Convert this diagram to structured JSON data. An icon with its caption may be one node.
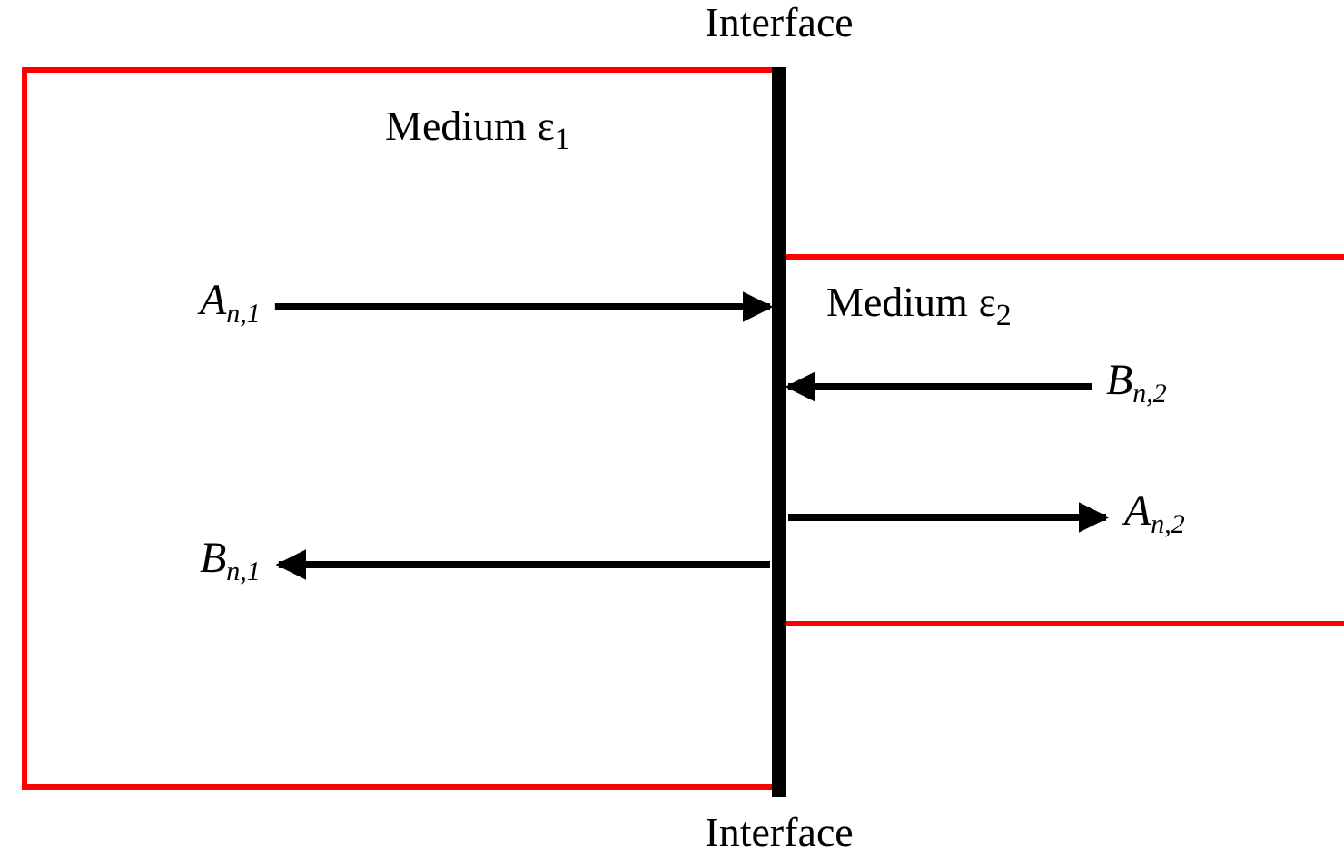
{
  "diagram": {
    "nodes": [
      {
        "text": [
          "Medium  ε$_{1}$"
        ]
      },
      {
        "text": [
          "Medium  ε$_{2}$"
        ]
      },
      {
        "text": [
          "Interface",
          "Interface"
        ]
      },
      {
        "text": [
          "A$_{n,1}$"
        ],
        "in": 0
      },
      {
        "text": [
          "B$_{n,1}$"
        ],
        "in": 0
      },
      {
        "text": [
          "B$_{n,2}$"
        ],
        "in": 1
      },
      {
        "text": [
          "A$_{n,2}$"
        ],
        "in": 1
      }
    ],
    "edges": [
      {
        "from": 3,
        "to": 2,
        "arrow": "to"
      },
      {
        "from": 2,
        "to": 4,
        "arrow": "to"
      },
      {
        "from": 5,
        "to": 2,
        "arrow": "to"
      },
      {
        "from": 2,
        "to": 6,
        "arrow": "to"
      }
    ]
  }
}
